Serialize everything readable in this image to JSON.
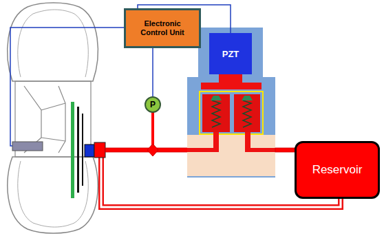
{
  "diagram": {
    "nodes": [
      {
        "text": [
          "Electronic Control Unit"
        ]
      },
      {
        "text": [
          "PZT"
        ]
      },
      {
        "text": [
          "P"
        ]
      },
      {
        "text": [
          "Reservoir"
        ]
      }
    ],
    "edges": [
      {
        "from": 0,
        "to": 1,
        "arrow": "none"
      },
      {
        "from": 0,
        "to": 2,
        "arrow": "none"
      }
    ]
  }
}
